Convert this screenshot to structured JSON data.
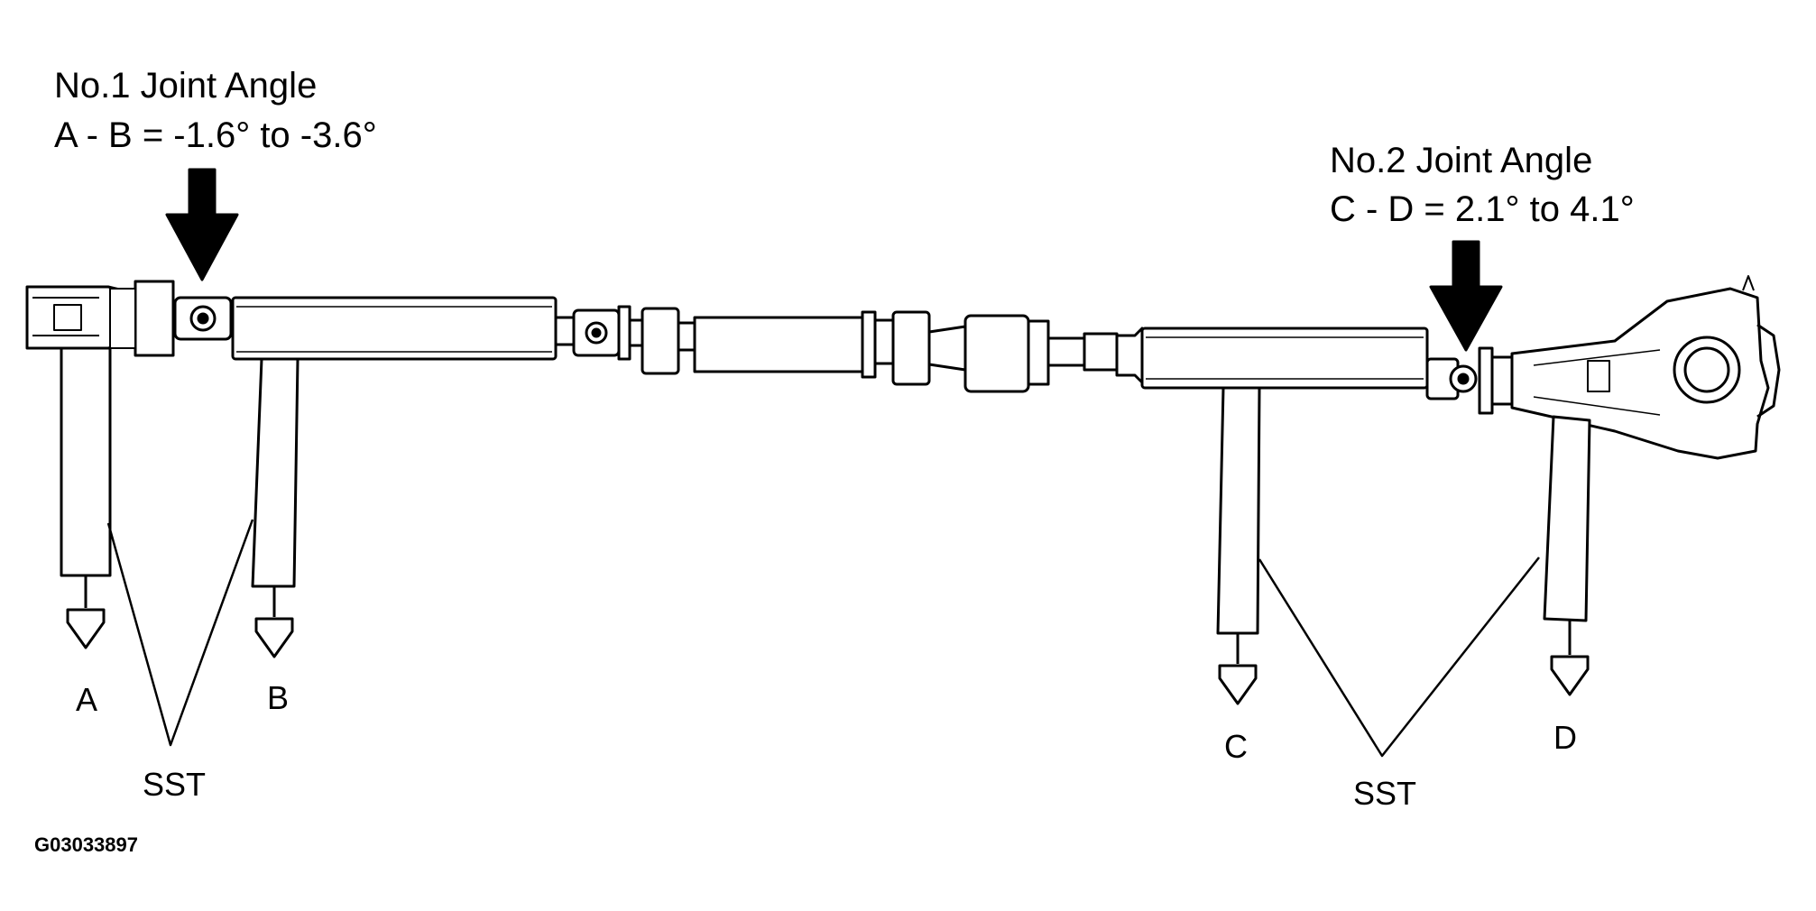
{
  "joint1": {
    "title": "No.1 Joint Angle",
    "formula": "A - B = -1.6° to -3.6°"
  },
  "joint2": {
    "title": "No.2 Joint Angle",
    "formula": "C - D = 2.1° to 4.1°"
  },
  "points": {
    "a": "A",
    "b": "B",
    "c": "C",
    "d": "D"
  },
  "tool_labels": {
    "left": "SST",
    "right": "SST"
  },
  "figure_code": "G03033897"
}
